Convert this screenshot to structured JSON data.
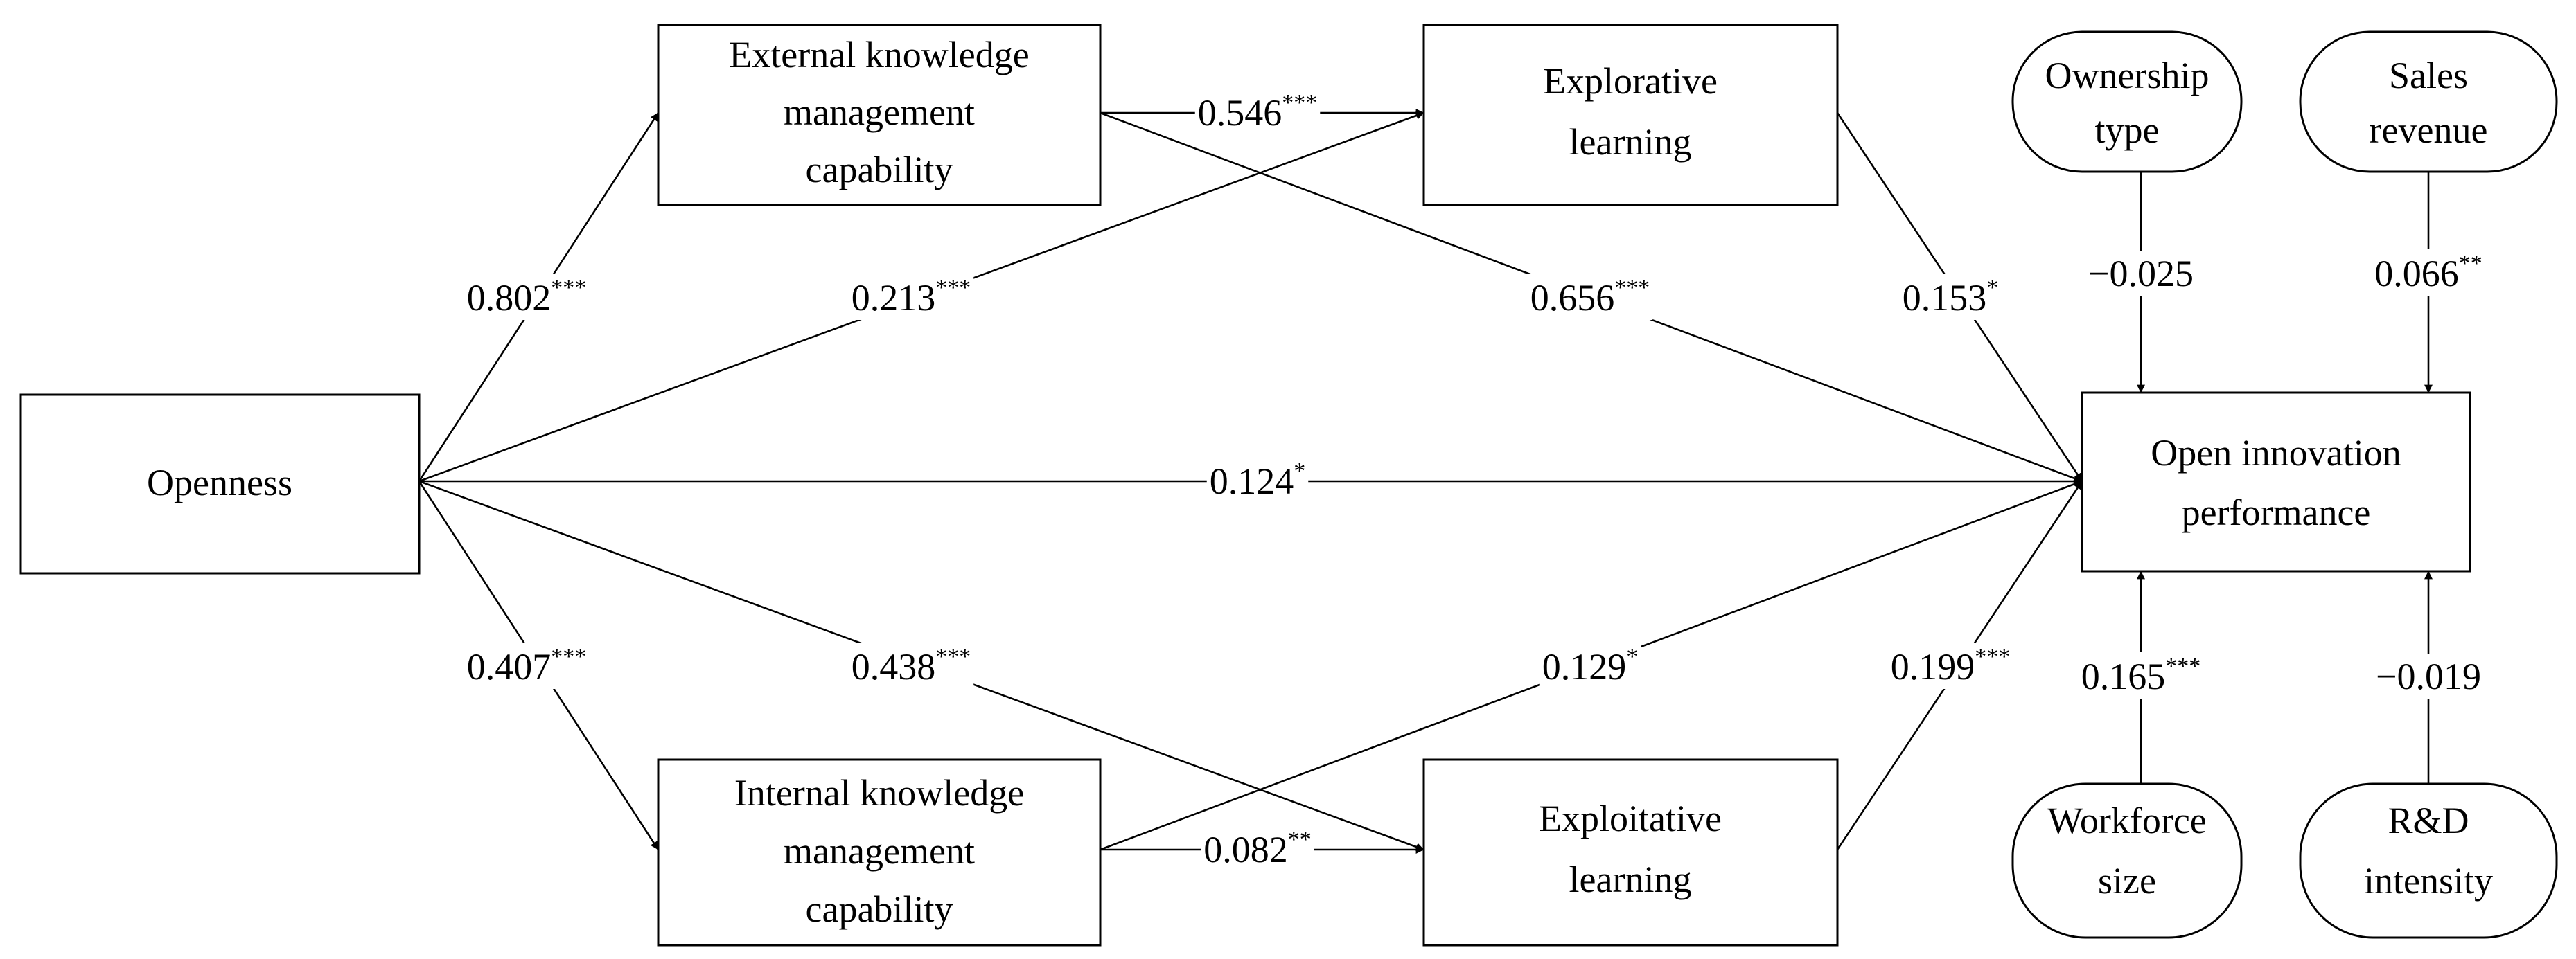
{
  "nodes": {
    "openness": {
      "lines": [
        "Openness"
      ]
    },
    "external_kmc": {
      "lines": [
        "External knowledge",
        "management",
        "capability"
      ]
    },
    "internal_kmc": {
      "lines": [
        "Internal knowledge",
        "management",
        "capability"
      ]
    },
    "explorative": {
      "lines": [
        "Explorative",
        "learning"
      ]
    },
    "exploitative": {
      "lines": [
        "Exploitative",
        "learning"
      ]
    },
    "oip": {
      "lines": [
        "Open innovation",
        "performance"
      ]
    },
    "ownership": {
      "lines": [
        "Ownership",
        "type"
      ]
    },
    "sales": {
      "lines": [
        "Sales",
        "revenue"
      ]
    },
    "workforce": {
      "lines": [
        "Workforce",
        "size"
      ]
    },
    "rnd": {
      "lines": [
        "R&D",
        "intensity"
      ]
    }
  },
  "coefficients": {
    "openness_to_external": {
      "value": "0.802",
      "stars": "***"
    },
    "openness_to_internal": {
      "value": "0.407",
      "stars": "***"
    },
    "openness_to_explorative": {
      "value": "0.213",
      "stars": "***"
    },
    "openness_to_exploitative": {
      "value": "0.438",
      "stars": "***"
    },
    "openness_to_oip": {
      "value": "0.124",
      "stars": "*"
    },
    "external_to_explorative": {
      "value": "0.546",
      "stars": "***"
    },
    "external_to_oip": {
      "value": "0.656",
      "stars": "***"
    },
    "internal_to_exploitative": {
      "value": "0.082",
      "stars": "**"
    },
    "internal_to_oip": {
      "value": "0.129",
      "stars": "*"
    },
    "explorative_to_oip": {
      "value": "0.153",
      "stars": "*"
    },
    "exploitative_to_oip": {
      "value": "0.199",
      "stars": "***"
    },
    "ownership_to_oip": {
      "value": "−0.025",
      "stars": ""
    },
    "sales_to_oip": {
      "value": "0.066",
      "stars": "**"
    },
    "workforce_to_oip": {
      "value": "0.165",
      "stars": "***"
    },
    "rnd_to_oip": {
      "value": "−0.019",
      "stars": ""
    }
  }
}
